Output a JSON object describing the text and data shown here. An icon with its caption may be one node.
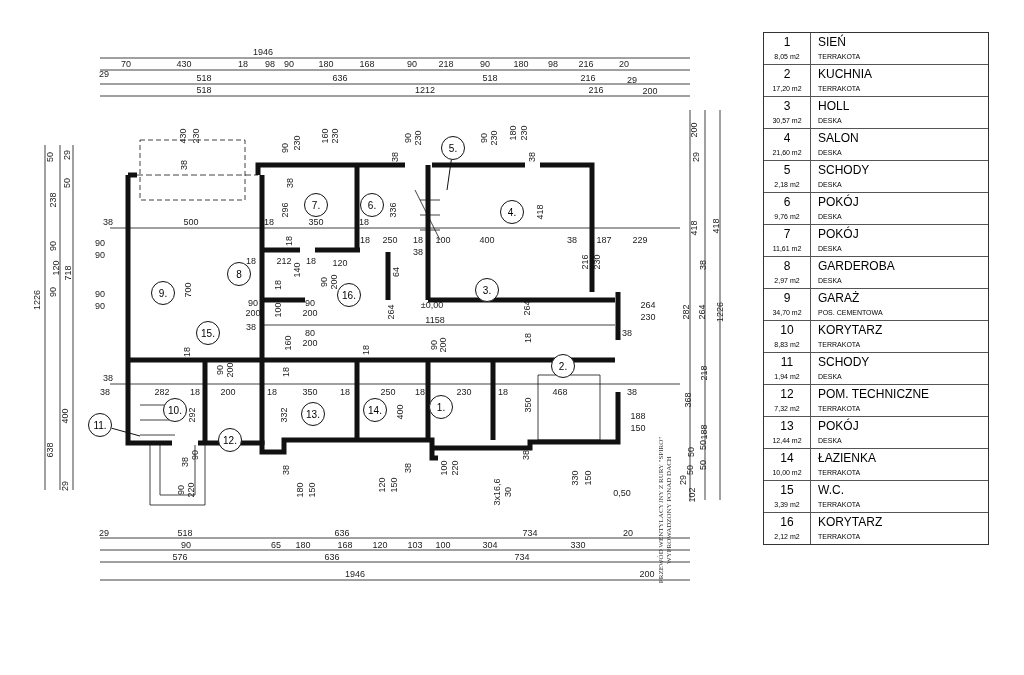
{
  "diagram": {
    "nodes": [
      {
        "text": [
          "1."
        ]
      },
      {
        "text": [
          "2."
        ]
      },
      {
        "text": [
          "3."
        ]
      },
      {
        "text": [
          "4."
        ]
      },
      {
        "text": [
          "5."
        ]
      },
      {
        "text": [
          "6."
        ]
      },
      {
        "text": [
          "7."
        ]
      },
      {
        "text": [
          "8"
        ]
      },
      {
        "text": [
          "9."
        ]
      },
      {
        "text": [
          "10."
        ]
      },
      {
        "text": [
          "11."
        ]
      },
      {
        "text": [
          "12."
        ]
      },
      {
        "text": [
          "13."
        ]
      },
      {
        "text": [
          "14."
        ]
      },
      {
        "text": [
          "15."
        ]
      },
      {
        "text": [
          "16."
        ]
      }
    ],
    "edges": [
      {
        "from": 4,
        "to": null,
        "arrow": "none"
      },
      {
        "from": 10,
        "to": null,
        "arrow": "none"
      }
    ],
    "labels": [
      "1946",
      "29",
      "70",
      "430",
      "18",
      "98",
      "90",
      "180",
      "168",
      "90",
      "218",
      "90",
      "180",
      "98",
      "216",
      "20",
      "518",
      "636",
      "518",
      "216",
      "29",
      "518",
      "1212",
      "216",
      "200",
      "50",
      "29",
      "238",
      "50",
      "90",
      "120",
      "90",
      "718",
      "1226",
      "638",
      "400",
      "29",
      "38",
      "90",
      "90",
      "90",
      "90",
      "38",
      "38",
      "430",
      "230",
      "90",
      "230",
      "160",
      "230",
      "38",
      "296",
      "500",
      "18",
      "350",
      "18",
      "700",
      "18",
      "212",
      "18",
      "120",
      "140",
      "18",
      "90",
      "200",
      "18",
      "100",
      "90",
      "200",
      "90",
      "200",
      "38",
      "80",
      "200",
      "160",
      "38",
      "90",
      "230",
      "90",
      "230",
      "180",
      "230",
      "38",
      "336",
      "18",
      "250",
      "18",
      "100",
      "400",
      "418",
      "38",
      "187",
      "229",
      "216",
      "230",
      "38",
      "64",
      "264",
      "±0,00",
      "264",
      "1158",
      "264",
      "230",
      "38",
      "38",
      "282",
      "18",
      "200",
      "18",
      "350",
      "18",
      "292",
      "332",
      "90",
      "38",
      "90",
      "220",
      "180",
      "150",
      "38",
      "90",
      "200",
      "18",
      "18",
      "18",
      "250",
      "400",
      "18",
      "230",
      "18",
      "350",
      "468",
      "38",
      "18",
      "188",
      "150",
      "38",
      "120",
      "150",
      "38",
      "100",
      "220",
      "3x16,6",
      "30",
      "330",
      "150",
      "0,50",
      "90",
      "200",
      "200",
      "29",
      "418",
      "418",
      "38",
      "282",
      "264",
      "1226",
      "218",
      "368",
      "188",
      "50",
      "50",
      "29",
      "50",
      "50",
      "102",
      "29",
      "518",
      "636",
      "734",
      "20",
      "90",
      "65",
      "180",
      "168",
      "120",
      "103",
      "100",
      "304",
      "330",
      "576",
      "636",
      "734",
      "1946",
      "200",
      "PRZEWÓD WENTYLACYJNY Z RURY \"SPIRO\" WYPROWADZONY PONAD DACH",
      "1",
      "SIEŃ",
      "8,05 m2",
      "TERRAKOTA",
      "2",
      "KUCHNIA",
      "17,20 m2",
      "TERRAKOTA",
      "3",
      "HOLL",
      "30,57 m2",
      "DESKA",
      "4",
      "SALON",
      "21,60 m2",
      "DESKA",
      "5",
      "SCHODY",
      "2,18 m2",
      "DESKA",
      "6",
      "POKÓJ",
      "9,76 m2",
      "DESKA",
      "7",
      "POKÓJ",
      "11,61 m2",
      "DESKA",
      "8",
      "GARDEROBA",
      "2,97 m2",
      "DESKA",
      "9",
      "GARAŻ",
      "34,70 m2",
      "POS. CEMENTOWA",
      "10",
      "KORYTARZ",
      "8,83 m2",
      "TERRAKOTA",
      "11",
      "SCHODY",
      "1,94 m2",
      "DESKA",
      "12",
      "POM. TECHNICZNE",
      "7,32 m2",
      "TERRAKOTA",
      "13",
      "POKÓJ",
      "12,44 m2",
      "DESKA",
      "14",
      "ŁAZIENKA",
      "10,00 m2",
      "TERRAKOTA",
      "15",
      "W.C.",
      "3,39 m2",
      "TERRAKOTA",
      "16",
      "KORYTARZ",
      "2,12 m2",
      "TERRAKOTA"
    ]
  }
}
